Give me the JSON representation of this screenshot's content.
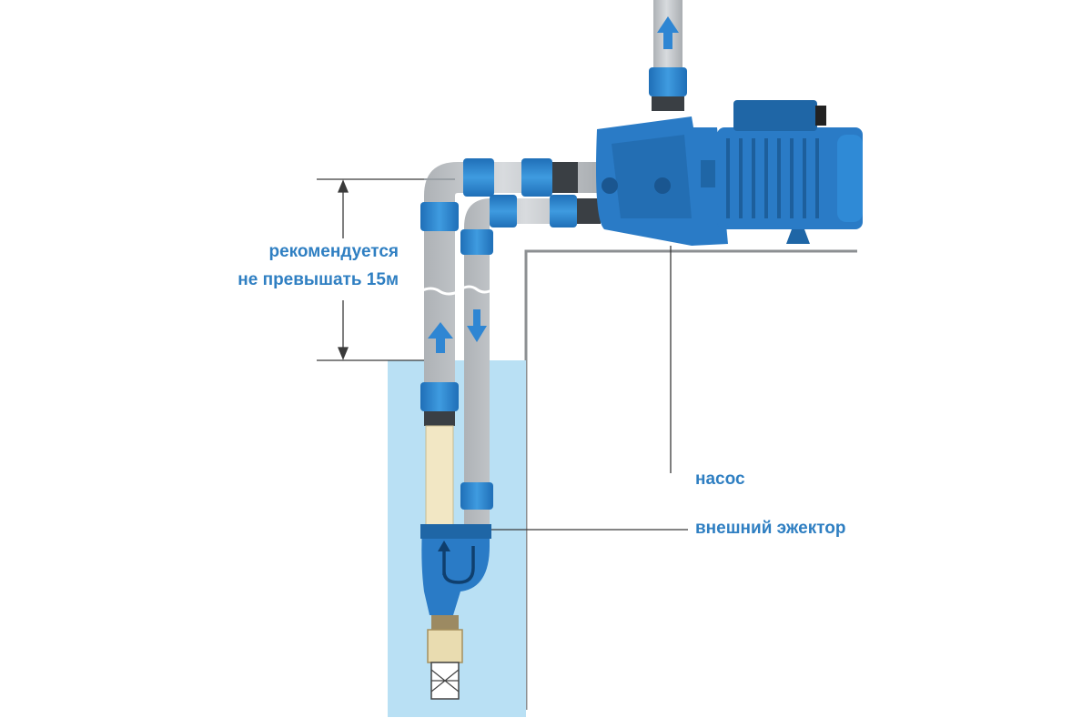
{
  "labels": {
    "depth_line1": "рекомендуется",
    "depth_line2": "не превышать 15м",
    "pump": "насос",
    "ejector": "внешний эжектор"
  },
  "colors": {
    "accent_blue": "#2f7fc2",
    "pipe_gray": "#c8cbce",
    "coupling_blue": "#2d86d0",
    "water": "#b9e0f4",
    "pump_blue": "#2a7bc6",
    "sleeve": "#f2e7c4"
  },
  "icons": [
    "arrow-up-icon",
    "arrow-down-icon",
    "flow-loop-icon"
  ]
}
